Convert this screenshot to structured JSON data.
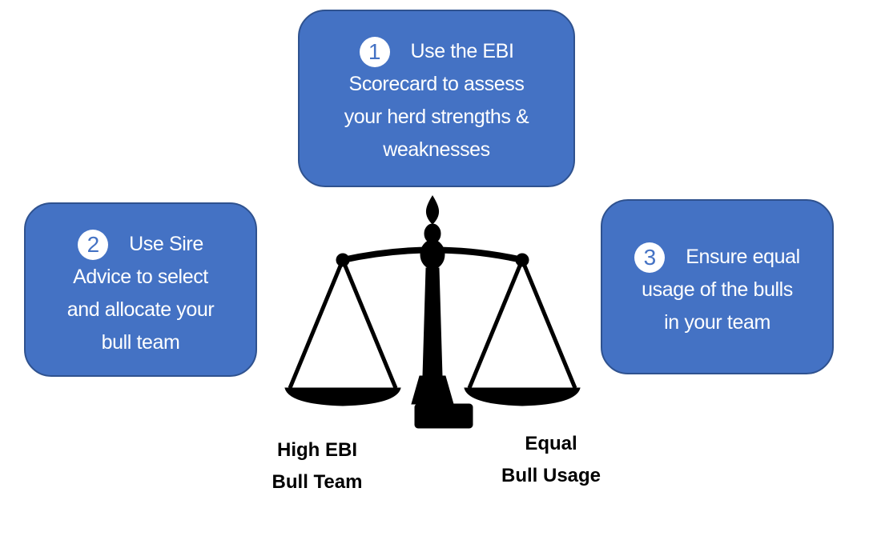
{
  "steps": [
    {
      "number": "1",
      "lines": [
        "Use the EBI",
        "Scorecard to assess",
        "your herd strengths &",
        "weaknesses"
      ]
    },
    {
      "number": "2",
      "lines": [
        "Use Sire",
        "Advice to select",
        "and allocate your",
        "bull team"
      ]
    },
    {
      "number": "3",
      "lines": [
        "Ensure equal",
        "usage of the bulls",
        "in your team"
      ]
    }
  ],
  "scale_labels": {
    "left": [
      "High EBI",
      "Bull Team"
    ],
    "right": [
      "Equal",
      "Bull Usage"
    ]
  },
  "colors": {
    "box_fill": "#4472C4",
    "box_border": "#2F528F"
  }
}
